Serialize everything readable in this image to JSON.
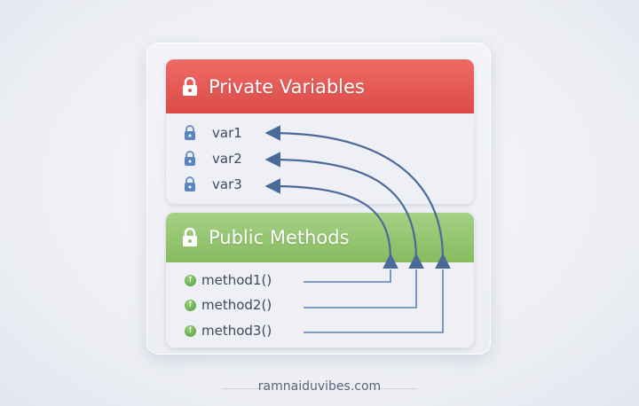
{
  "private_panel": {
    "title": "Private Variables",
    "items": [
      "var1",
      "var2",
      "var3"
    ],
    "color": "#e35652"
  },
  "public_panel": {
    "title": "Public Methods",
    "items": [
      "method1()",
      "method2()",
      "method3()"
    ],
    "color": "#93c46e"
  },
  "arrow_color": "#4a6a9a",
  "footer": "ramnaiduvibes.com"
}
